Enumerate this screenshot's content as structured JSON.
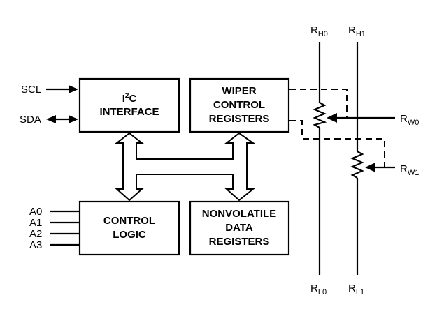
{
  "diagram": {
    "title": "Digital potentiometer block diagram",
    "blocks": {
      "i2c_interface": {
        "line1_main": "I",
        "line1_sup": "2",
        "line1_tail": "C",
        "line2": "INTERFACE"
      },
      "wiper_control_registers": {
        "lines": [
          "WIPER",
          "CONTROL",
          "REGISTERS"
        ]
      },
      "control_logic": {
        "lines": [
          "CONTROL",
          "LOGIC"
        ]
      },
      "nonvolatile_data_registers": {
        "lines": [
          "NONVOLATILE",
          "DATA",
          "REGISTERS"
        ]
      }
    },
    "inputs": {
      "scl": {
        "label": "SCL",
        "direction": "input"
      },
      "sda": {
        "label": "SDA",
        "direction": "bidirectional"
      },
      "address_pins": [
        "A0",
        "A1",
        "A2",
        "A3"
      ]
    },
    "potentiometers": [
      {
        "name": "pot0",
        "high": {
          "main": "R",
          "sub": "H0"
        },
        "low": {
          "main": "R",
          "sub": "L0"
        },
        "wiper": {
          "main": "R",
          "sub": "W0"
        }
      },
      {
        "name": "pot1",
        "high": {
          "main": "R",
          "sub": "H1"
        },
        "low": {
          "main": "R",
          "sub": "L1"
        },
        "wiper": {
          "main": "R",
          "sub": "W1"
        }
      }
    ],
    "colors": {
      "line": "#000000",
      "background": "#ffffff"
    }
  }
}
